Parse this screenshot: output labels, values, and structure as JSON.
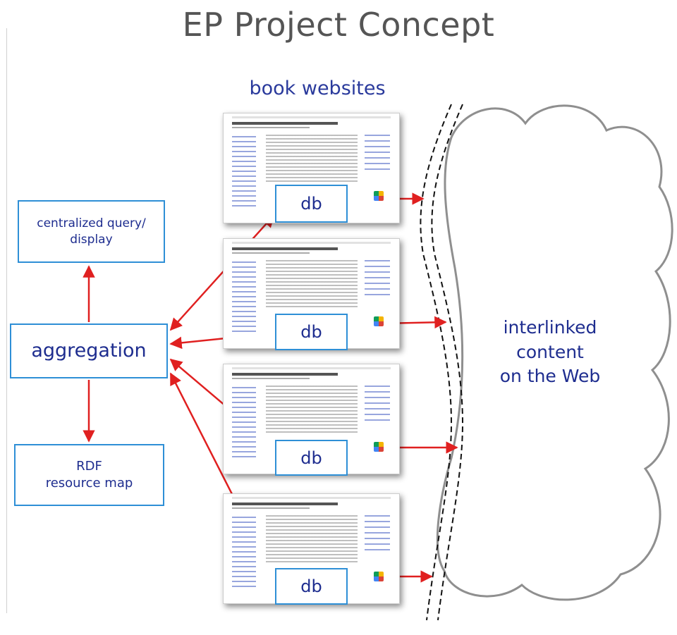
{
  "title": "EP Project Concept",
  "subtitle": "book websites",
  "boxes": {
    "query": "centralized query/\ndisplay",
    "aggregation": "aggregation",
    "rdf": "RDF\nresource map"
  },
  "sites": [
    {
      "db": "db"
    },
    {
      "db": "db"
    },
    {
      "db": "db"
    },
    {
      "db": "db"
    }
  ],
  "cloud": {
    "line1": "interlinked",
    "line2": "content",
    "line3": "on the Web"
  },
  "colors": {
    "box_border": "#2e8fd6",
    "box_text": "#1e2d8f",
    "arrow": "#e02020",
    "cloud_stroke": "#888888"
  }
}
